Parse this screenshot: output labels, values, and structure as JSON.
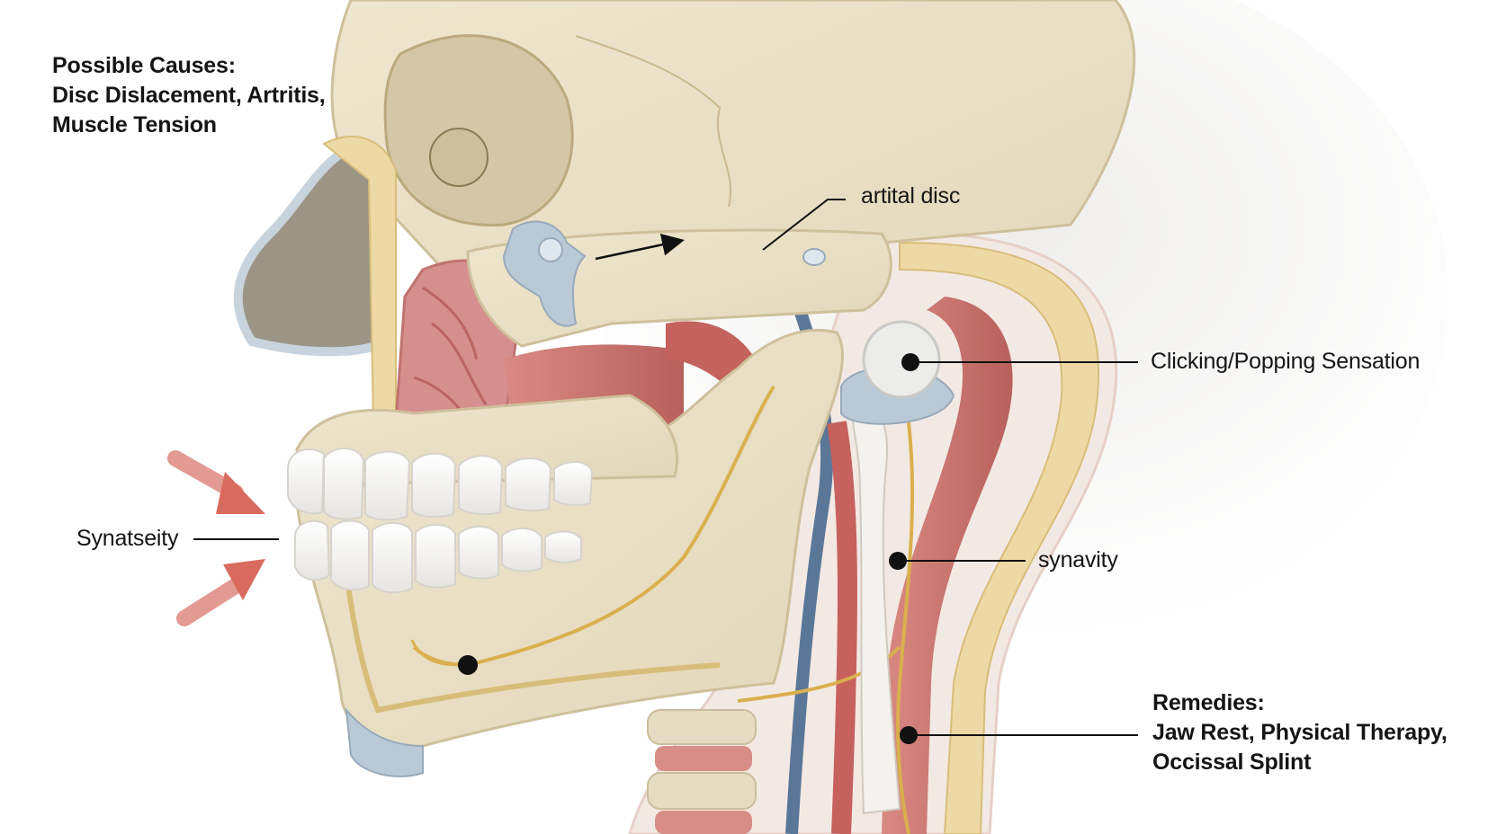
{
  "causes": {
    "heading": "Possible Causes:",
    "line1": "Disc Dislacement, Artritis,",
    "line2": "Muscle Tension"
  },
  "remedies": {
    "heading": "Remedies:",
    "line1": "Jaw Rest, Physical Therapy,",
    "line2": "Occissal Splint"
  },
  "callouts": {
    "disc": "artital disc",
    "clicking": "Clicking/Popping Sensation",
    "synavity": "synavity",
    "synatseity": "Synatseity"
  },
  "colors": {
    "bone": "#e9dfc6",
    "bone_shade": "#d8ccae",
    "cartilage": "#b9c9d6",
    "muscle": "#cf7d78",
    "nerve": "#d9b04e",
    "vessel": "#5b7798",
    "arrow": "#d96a5e",
    "leader": "#111111"
  },
  "icons": {
    "pressure_arrows": "red-pressure-arrow-icon",
    "pointer_dots": "leader-dot-icon"
  }
}
